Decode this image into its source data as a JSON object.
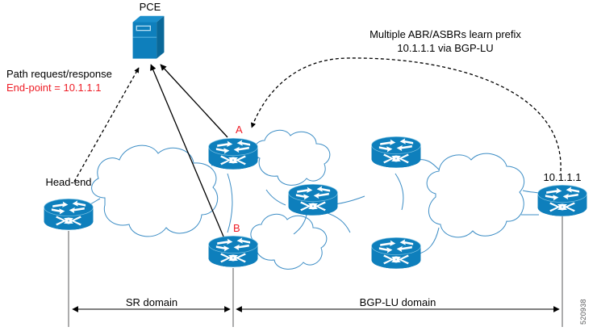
{
  "diagram": {
    "title_nodes": {
      "pce_label": "PCE",
      "head_end_label": "Head-end",
      "router_a_label": "A",
      "router_b_label": "B",
      "prefix_label": "10.1.1.1"
    },
    "annotations": {
      "path_request_line1": "Path request/response",
      "path_request_line2": "End-point = 10.1.1.1",
      "abr_line1": "Multiple ABR/ASBRs learn prefix",
      "abr_line2": "10.1.1.1 via BGP-LU"
    },
    "domains": {
      "sr_domain_label": "SR domain",
      "bgp_lu_domain_label": "BGP-LU domain"
    },
    "watermark": "520938",
    "colors": {
      "router_blue": "#0e7fbc",
      "router_blue_dark": "#0a6899",
      "cloud_stroke": "#3c8dc5",
      "accent_red": "#ee1c25",
      "line_black": "#000000"
    },
    "icons": {
      "router": "router-icon",
      "server": "server-icon",
      "cloud": "cloud-icon",
      "arrow": "arrow-icon"
    }
  }
}
